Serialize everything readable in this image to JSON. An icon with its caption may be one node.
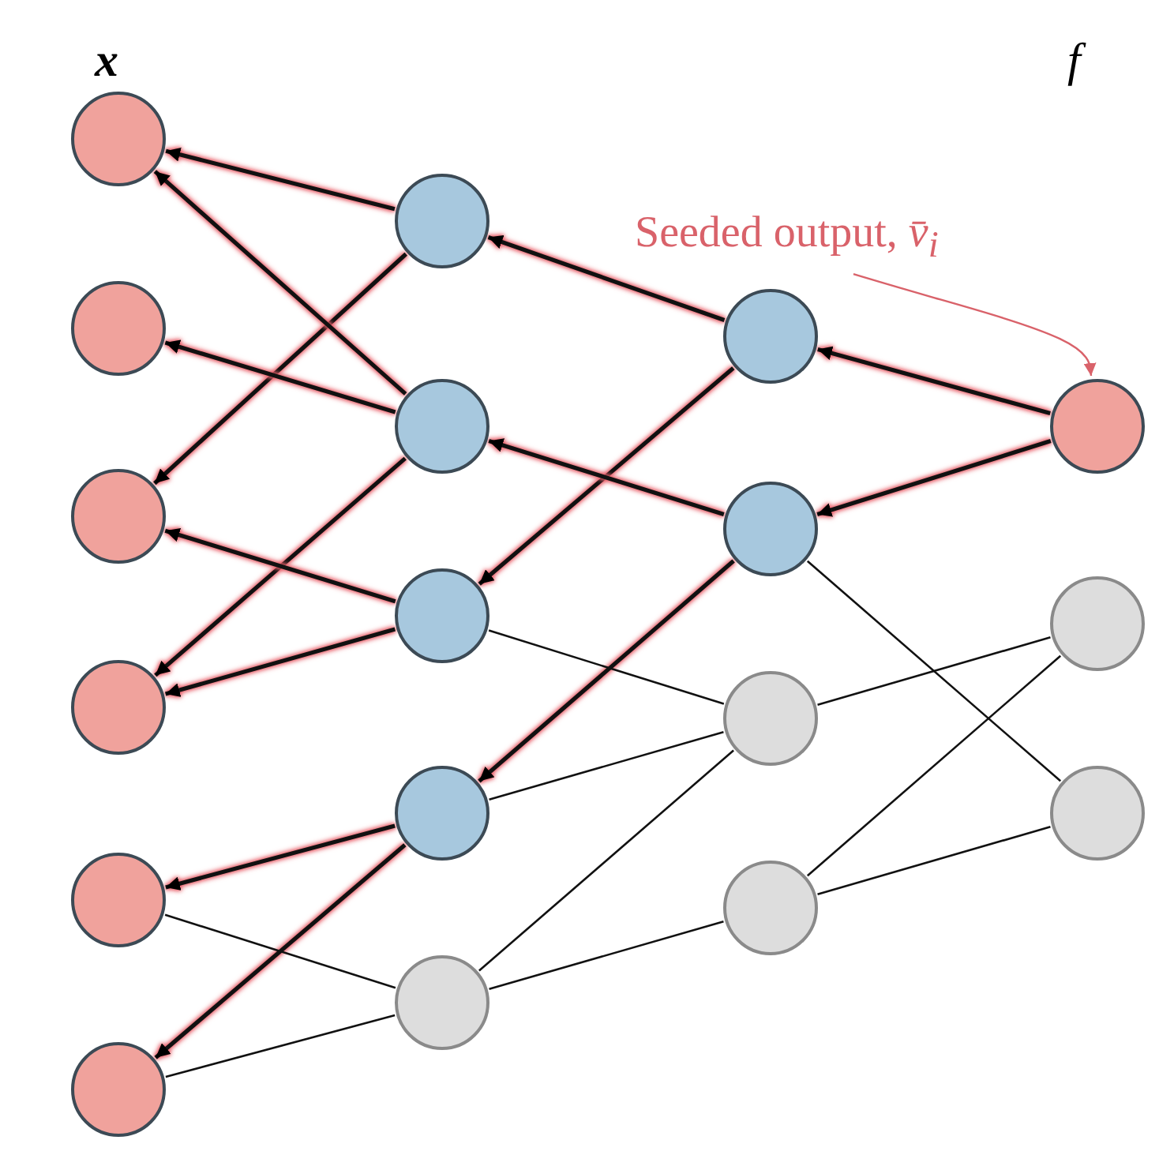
{
  "diagram": {
    "nodes": [
      {
        "text": [],
        "shape": "circle"
      },
      {
        "text": [],
        "shape": "circle"
      },
      {
        "text": [],
        "shape": "circle"
      },
      {
        "text": [],
        "shape": "circle"
      },
      {
        "text": [],
        "shape": "circle"
      },
      {
        "text": [],
        "shape": "circle"
      },
      {
        "text": [],
        "shape": "circle"
      },
      {
        "text": [],
        "shape": "circle"
      },
      {
        "text": [],
        "shape": "circle"
      },
      {
        "text": [],
        "shape": "circle"
      },
      {
        "text": [],
        "shape": "circle"
      },
      {
        "text": [],
        "shape": "circle"
      },
      {
        "text": [],
        "shape": "circle"
      },
      {
        "text": [],
        "shape": "circle"
      },
      {
        "text": [],
        "shape": "circle"
      },
      {
        "text": [],
        "shape": "circle"
      },
      {
        "text": [],
        "shape": "circle"
      },
      {
        "text": [],
        "shape": "circle"
      },
      {
        "text": [
          "Seeded output, *v̄*$_{i}$"
        ]
      }
    ],
    "edges": [
      {
        "from": 15,
        "to": 11,
        "arrow": "to"
      },
      {
        "from": 15,
        "to": 12,
        "arrow": "to"
      },
      {
        "from": 11,
        "to": 6,
        "arrow": "to"
      },
      {
        "from": 11,
        "to": 8,
        "arrow": "to"
      },
      {
        "from": 12,
        "to": 7,
        "arrow": "to"
      },
      {
        "from": 12,
        "to": 9,
        "arrow": "to"
      },
      {
        "from": 6,
        "to": 0,
        "arrow": "to"
      },
      {
        "from": 6,
        "to": 2,
        "arrow": "to"
      },
      {
        "from": 7,
        "to": 0,
        "arrow": "to"
      },
      {
        "from": 7,
        "to": 1,
        "arrow": "to"
      },
      {
        "from": 7,
        "to": 3,
        "arrow": "to"
      },
      {
        "from": 8,
        "to": 2,
        "arrow": "to"
      },
      {
        "from": 8,
        "to": 3,
        "arrow": "to"
      },
      {
        "from": 9,
        "to": 4,
        "arrow": "to"
      },
      {
        "from": 9,
        "to": 5,
        "arrow": "to"
      },
      {
        "from": 8,
        "to": 13,
        "arrow": "none"
      },
      {
        "from": 9,
        "to": 13,
        "arrow": "none"
      },
      {
        "from": 13,
        "to": 16,
        "arrow": "none"
      },
      {
        "from": 13,
        "to": 10,
        "arrow": "none"
      },
      {
        "from": 14,
        "to": 16,
        "arrow": "none"
      },
      {
        "from": 14,
        "to": 17,
        "arrow": "none"
      },
      {
        "from": 14,
        "to": 10,
        "arrow": "none"
      },
      {
        "from": 12,
        "to": 17,
        "arrow": "none"
      },
      {
        "from": 10,
        "to": 4,
        "arrow": "none"
      },
      {
        "from": 10,
        "to": 5,
        "arrow": "none"
      },
      {
        "from": 18,
        "to": 15,
        "arrow": "to",
        "color": "#d9626a"
      }
    ],
    "labels": [
      "x",
      "f"
    ]
  }
}
